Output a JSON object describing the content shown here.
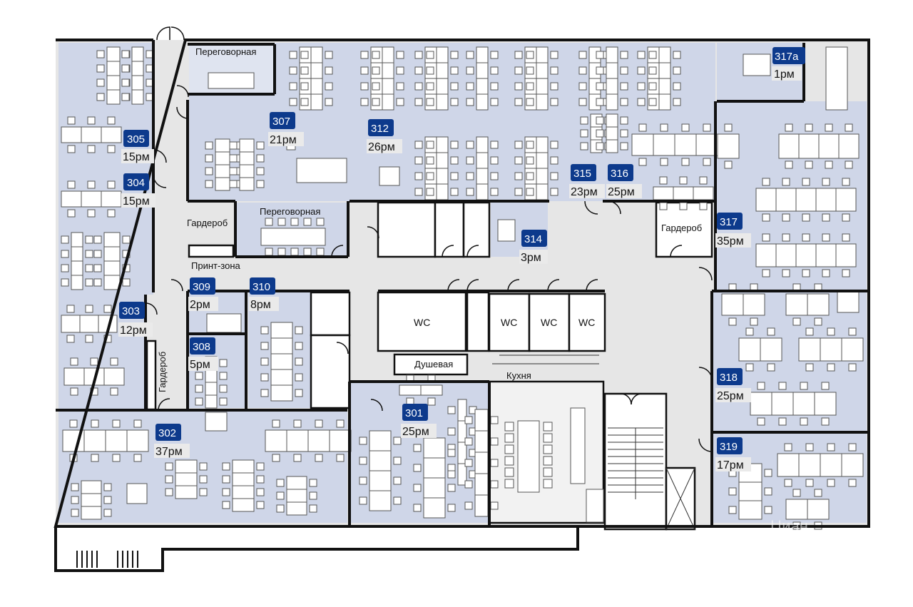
{
  "floor_plan": {
    "offices": [
      {
        "id": "305",
        "label": "305",
        "workplaces": "15рм"
      },
      {
        "id": "304",
        "label": "304",
        "workplaces": "15рм"
      },
      {
        "id": "303",
        "label": "303",
        "workplaces": "12рм"
      },
      {
        "id": "302",
        "label": "302",
        "workplaces": "37рм"
      },
      {
        "id": "307",
        "label": "307",
        "workplaces": "21рм"
      },
      {
        "id": "309",
        "label": "309",
        "workplaces": "2рм"
      },
      {
        "id": "310",
        "label": "310",
        "workplaces": "8рм"
      },
      {
        "id": "308",
        "label": "308",
        "workplaces": "5рм"
      },
      {
        "id": "312",
        "label": "312",
        "workplaces": "26рм"
      },
      {
        "id": "301",
        "label": "301",
        "workplaces": "25рм"
      },
      {
        "id": "315",
        "label": "315",
        "workplaces": "23рм"
      },
      {
        "id": "316",
        "label": "316",
        "workplaces": "25рм"
      },
      {
        "id": "314",
        "label": "314",
        "workplaces": "3рм"
      },
      {
        "id": "317a",
        "label": "317a",
        "workplaces": "1рм"
      },
      {
        "id": "317",
        "label": "317",
        "workplaces": "35рм"
      },
      {
        "id": "318",
        "label": "318",
        "workplaces": "25рм"
      },
      {
        "id": "319",
        "label": "319",
        "workplaces": "17рм"
      }
    ],
    "rooms": {
      "meeting_top": "Переговорная",
      "meeting_mid": "Переговорная",
      "cloakroom_left": "Гардероб",
      "cloakroom_vertical": "Гардероб",
      "cloakroom_right": "Гардероб",
      "print_zone": "Принт-зона",
      "shower": "Душевая",
      "kitchen": "Кухня",
      "wc": [
        "WC",
        "WC",
        "WC",
        "WC"
      ]
    },
    "watermark": "Циан",
    "colors": {
      "office_fill": "#cfd6e8",
      "badge": "#0d3a8c",
      "corridor": "#e6e6e6",
      "wall": "#111111"
    }
  }
}
